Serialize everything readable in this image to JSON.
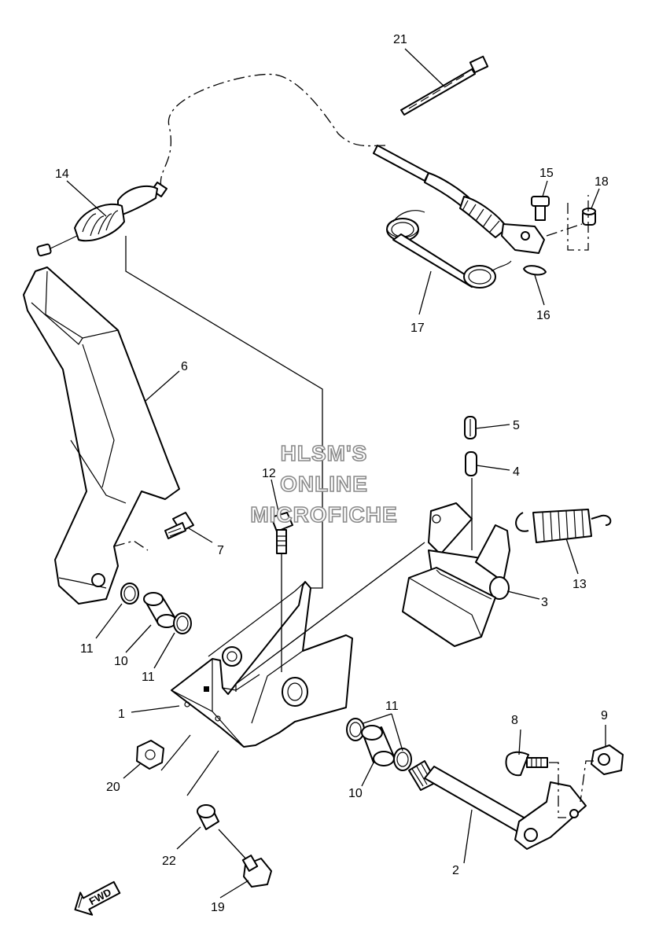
{
  "callouts": {
    "c1": "1",
    "c2": "2",
    "c3": "3",
    "c4": "4",
    "c5": "5",
    "c6": "6",
    "c7": "7",
    "c8": "8",
    "c9": "9",
    "c10a": "10",
    "c10b": "10",
    "c11a": "11",
    "c11b": "11",
    "c11c": "11",
    "c12": "12",
    "c13": "13",
    "c14": "14",
    "c15": "15",
    "c16": "16",
    "c17": "17",
    "c18": "18",
    "c19": "19",
    "c20": "20",
    "c21": "21",
    "c22": "22"
  },
  "watermark": {
    "line1": "HLSM'S",
    "line2": "ONLINE",
    "line3": "MICROFICHE"
  },
  "direction_label": "FWD"
}
